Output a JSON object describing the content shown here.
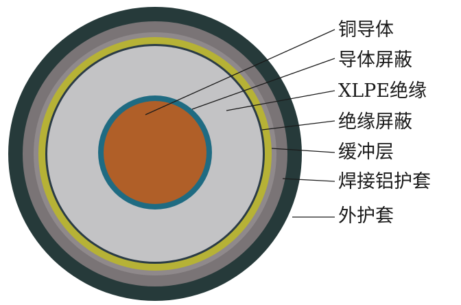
{
  "diagram": {
    "layers": [
      {
        "id": "outer-sheath",
        "label": "外护套",
        "color": "#263a3a"
      },
      {
        "id": "aluminum-sheath",
        "label": "焊接铝护套",
        "color": "#7a7476"
      },
      {
        "id": "buffer-layer",
        "label": "缓冲层",
        "color": "#8f898b"
      },
      {
        "id": "insulation-screen-yellow",
        "label": "",
        "color": "#b6b236"
      },
      {
        "id": "insulation-screen",
        "label": "绝缘屏蔽",
        "color": "#2a3b46"
      },
      {
        "id": "xlpe-insulation",
        "label": "XLPE绝缘",
        "color": "#c3c3c5"
      },
      {
        "id": "conductor-screen",
        "label": "导体屏蔽",
        "color": "#1f6b82"
      },
      {
        "id": "copper-conductor",
        "label": "铜导体",
        "color": "#b05f28"
      }
    ],
    "callouts": [
      {
        "key": "copper-conductor",
        "text": "铜导体"
      },
      {
        "key": "conductor-screen",
        "text": "导体屏蔽"
      },
      {
        "key": "xlpe-insulation",
        "text": "XLPE绝缘"
      },
      {
        "key": "insulation-screen",
        "text": "绝缘屏蔽"
      },
      {
        "key": "buffer-layer",
        "text": "缓冲层"
      },
      {
        "key": "aluminum-sheath",
        "text": "焊接铝护套"
      },
      {
        "key": "outer-sheath",
        "text": "外护套"
      }
    ],
    "line_color": "#1a1a1a"
  }
}
